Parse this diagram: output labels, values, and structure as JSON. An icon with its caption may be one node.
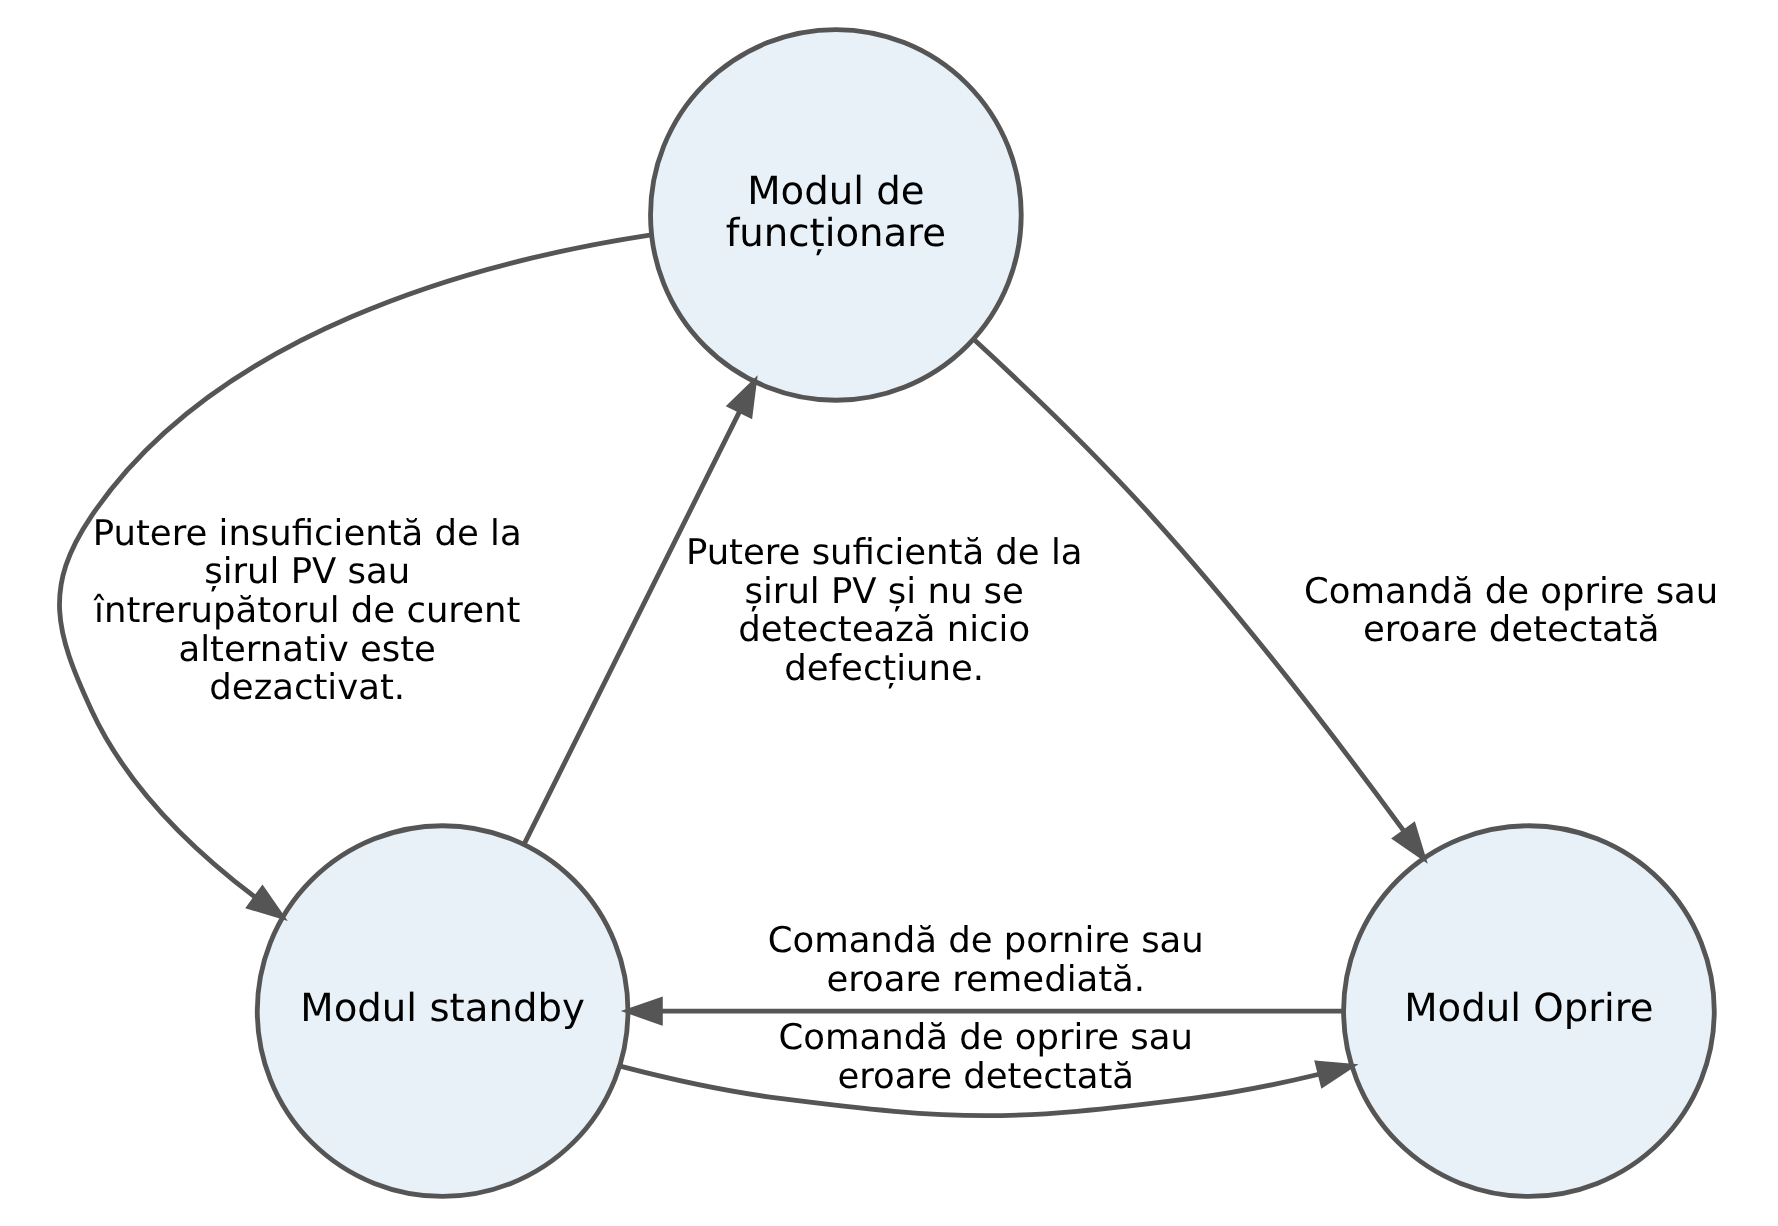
{
  "diagram": {
    "nodes": [
      {
        "text": [
          "Modul de funcționare"
        ]
      },
      {
        "text": [
          "Modul standby"
        ]
      },
      {
        "text": [
          "Modul Oprire"
        ]
      }
    ],
    "edges": [
      {
        "from": 0,
        "to": 2,
        "arrow": "to",
        "label": "Comandă de oprire sau eroare detectată"
      },
      {
        "from": 1,
        "to": 0,
        "arrow": "to",
        "label": "Putere suficientă de la șirul PV și nu se detectează nicio defecțiune."
      },
      {
        "from": 0,
        "to": 1,
        "arrow": "to",
        "label": "Putere insuficientă de la șirul PV sau întrerupătorul de curent alternativ este dezactivat."
      },
      {
        "from": 1,
        "to": 2,
        "arrow": "to",
        "label": "Comandă de oprire sau eroare detectată"
      },
      {
        "from": 2,
        "to": 1,
        "arrow": "to",
        "label": "Comandă de pornire sau eroare remediată."
      }
    ]
  }
}
